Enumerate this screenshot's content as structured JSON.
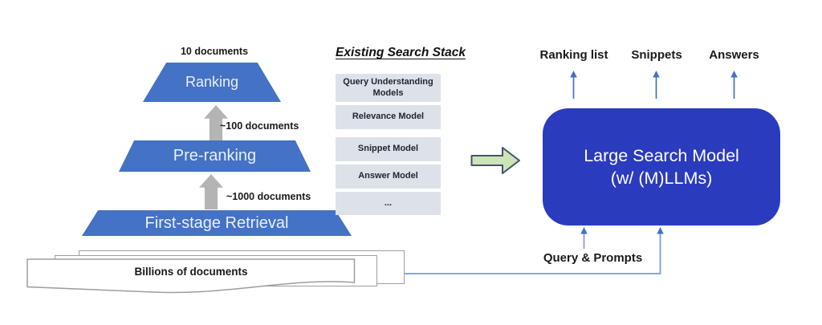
{
  "diagram": {
    "funnel": {
      "top_count_label": "10 documents",
      "stage_ranking": "Ranking",
      "arrow1_label": "~100 documents",
      "stage_preranking": "Pre-ranking",
      "arrow2_label": "~1000 documents",
      "stage_retrieval": "First-stage Retrieval",
      "corpus_label": "Billions of documents"
    },
    "existing_stack": {
      "title": "Existing Search Stack",
      "items": [
        "Query Understanding Models",
        "Relevance Model",
        "Snippet Model",
        "Answer Model",
        "..."
      ]
    },
    "large_model": {
      "line1": "Large Search Model",
      "line2": "(w/ (M)LLMs)",
      "outputs": [
        "Ranking list",
        "Snippets",
        "Answers"
      ],
      "input_label": "Query & Prompts"
    },
    "colors": {
      "funnel_blue": "#4472c4",
      "model_blue": "#2b3bbe",
      "gray_box": "#dde1e8",
      "gray_arrow": "#b4b4b4",
      "green_arrow_fill": "#cde4b6",
      "green_arrow_border": "#44546a",
      "arrow_blue": "#4472c4",
      "connector_blue": "#7d99dd"
    }
  }
}
